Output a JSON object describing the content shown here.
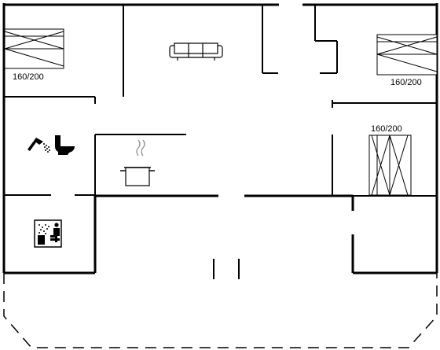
{
  "rooms": {
    "bed_top_left": {
      "label": "160/200"
    },
    "bed_top_right": {
      "label": "160/200"
    },
    "bed_right_middle": {
      "label": "160/200"
    }
  },
  "icons": {
    "sofa": "sofa-icon",
    "shower": "shower-icon",
    "toilet": "toilet-icon",
    "kitchen": "cooking-pot-icon",
    "sauna": "sauna-icon"
  }
}
